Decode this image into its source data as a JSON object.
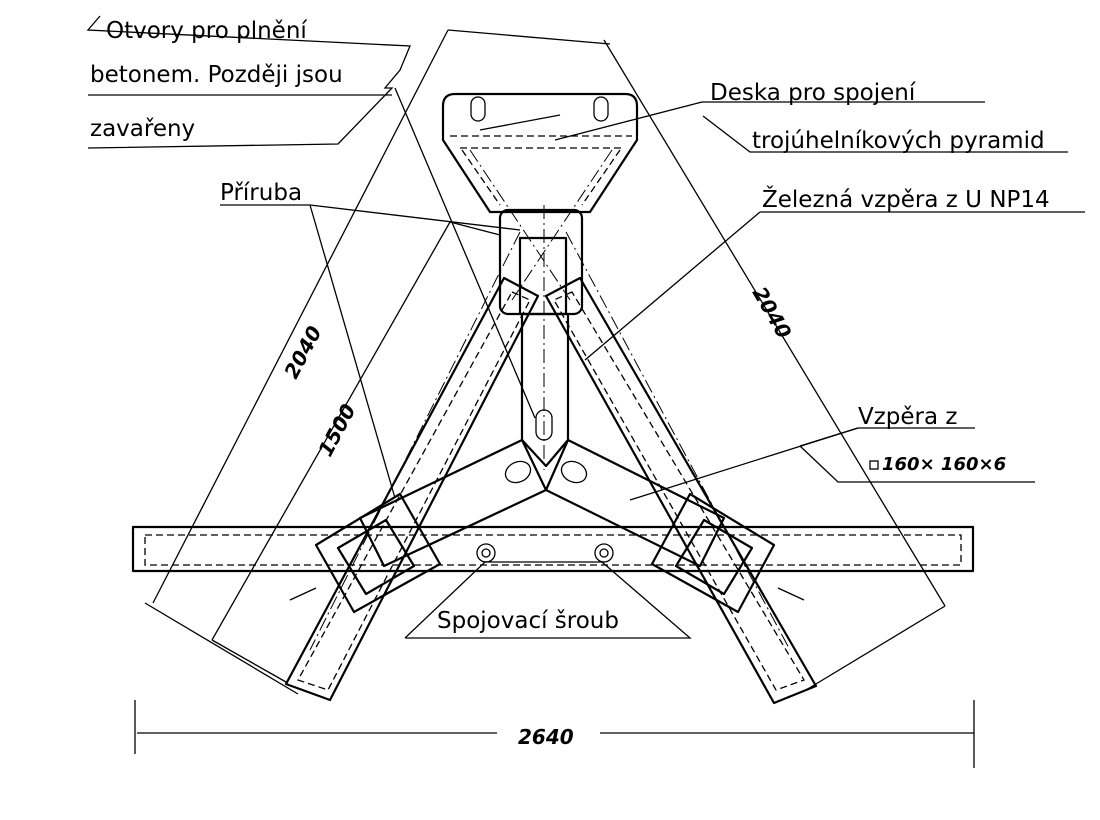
{
  "labels": {
    "fill_holes_line1": "Otvory pro plnění",
    "fill_holes_line2": "betonem. Později jsou",
    "fill_holes_line3": "zavařeny",
    "plate_line1": "Deska pro spojení",
    "plate_line2": "trojúhelníkových pyramid",
    "flange": "Příruba",
    "iron_strut": "Železná vzpěra z U NP14",
    "strut_line1": "Vzpěra z",
    "strut_line2": "160× 160×6",
    "bolt": "Spojovací šroub"
  },
  "dimensions": {
    "left_2040": "2040",
    "right_2040": "2040",
    "dim_1500": "1500",
    "bottom_2640": "2640"
  }
}
